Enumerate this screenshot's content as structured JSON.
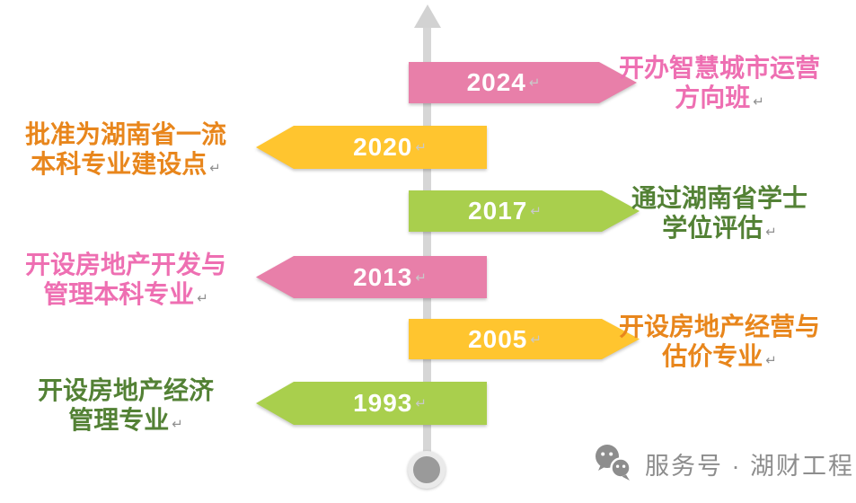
{
  "background": "#FFFFFF",
  "colors": {
    "banner_pink": "#E87FA9",
    "banner_gold": "#FFC52F",
    "banner_green": "#A9CF4D",
    "label_pink": "#EE6FB2",
    "label_orange": "#E8861C",
    "label_green": "#538135",
    "axis_gray": "#D6D6D6",
    "endpoint_fill": "#9A9A9A",
    "footer_gray": "#8D8D8D",
    "year_text": "#FFFFFF"
  },
  "paragraph_mark": "↵",
  "timeline": {
    "items": [
      {
        "year": "2024",
        "side": "right",
        "banner_color": "#E87FA9",
        "label_line1": "开办智慧城市运营",
        "label_line2": "方向班",
        "label_color": "#EE6FB2"
      },
      {
        "year": "2020",
        "side": "left",
        "banner_color": "#FFC52F",
        "label_line1": "批准为湖南省一流",
        "label_line2": "本科专业建设点",
        "label_color": "#E8861C"
      },
      {
        "year": "2017",
        "side": "right",
        "banner_color": "#A9CF4D",
        "label_line1": "通过湖南省学士",
        "label_line2": "学位评估",
        "label_color": "#538135"
      },
      {
        "year": "2013",
        "side": "left",
        "banner_color": "#E87FA9",
        "label_line1": "开设房地产开发与",
        "label_line2": "管理本科专业",
        "label_color": "#EE6FB2"
      },
      {
        "year": "2005",
        "side": "right",
        "banner_color": "#FFC52F",
        "label_line1": "开设房地产经营与",
        "label_line2": "估价专业",
        "label_color": "#E8861C"
      },
      {
        "year": "1993",
        "side": "left",
        "banner_color": "#A9CF4D",
        "label_line1": "开设房地产经济",
        "label_line2": "管理专业",
        "label_color": "#538135"
      }
    ]
  },
  "footer": {
    "text": "服务号 · 湖财工程"
  }
}
